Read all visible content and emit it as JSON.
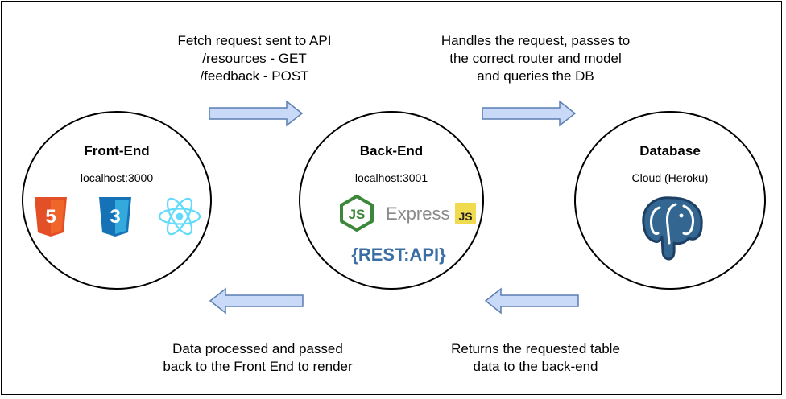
{
  "top_left_caption": [
    "Fetch request sent to API",
    "/resources - GET",
    "/feedback - POST"
  ],
  "top_right_caption": [
    "Handles the request, passes to",
    "the correct router and model",
    "and queries the DB"
  ],
  "bottom_left_caption": [
    "Data processed and passed",
    "back to the Front End to render"
  ],
  "bottom_right_caption": [
    "Returns the requested table",
    "data to the back-end"
  ],
  "nodes": {
    "frontend": {
      "title": "Front-End",
      "sub": "localhost:3000"
    },
    "backend": {
      "title": "Back-End",
      "sub": "localhost:3001"
    },
    "database": {
      "title": "Database",
      "sub": "Cloud (Heroku)"
    }
  },
  "logos": {
    "html5": "5",
    "css3": "3",
    "express": "Express",
    "js_badge": "JS",
    "rest_api": "{REST:API}"
  },
  "colors": {
    "arrow_fill": "#c9daf8",
    "arrow_stroke": "#5b7db1",
    "html5": "#e34f26",
    "css3": "#1572b6",
    "react": "#61dafb",
    "node_green": "#3c873a",
    "js_yellow": "#f0db4f",
    "rest_blue": "#3a6ea5",
    "postgres": "#336791"
  }
}
